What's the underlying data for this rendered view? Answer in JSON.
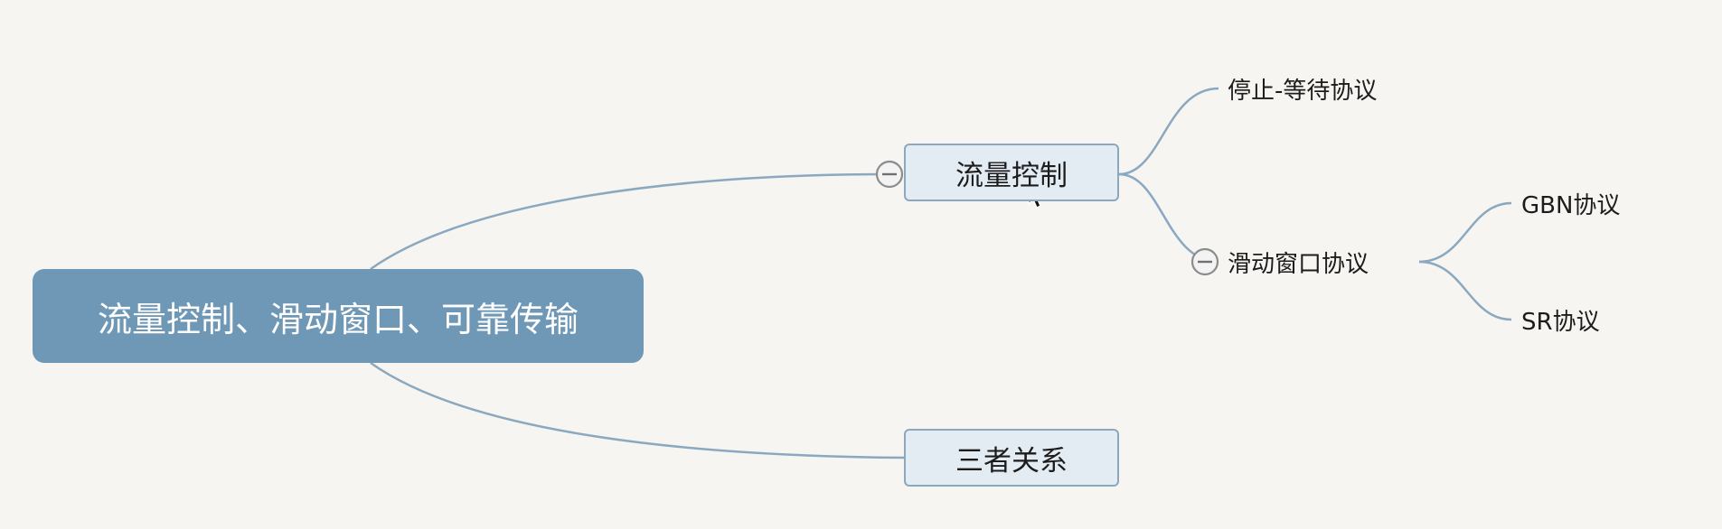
{
  "mindmap": {
    "root": {
      "label": "流量控制、滑动窗口、可靠传输"
    },
    "flow_control": {
      "label": "流量控制",
      "children": {
        "stop_wait": "停止-等待协议",
        "sliding_window": {
          "label": "滑动窗口协议",
          "children": {
            "gbn": "GBN协议",
            "sr": "SR协议"
          }
        }
      }
    },
    "relationship": {
      "label": "三者关系"
    }
  },
  "colors": {
    "background": "#f6f5f1",
    "root_fill": "#6e98b5",
    "topic_fill": "#e4ecf3",
    "topic_border": "#8ba8bf",
    "connector": "#8aa8bf"
  },
  "icons": {
    "flow_control_toggle": "collapse-minus-icon",
    "sliding_window_toggle": "collapse-minus-icon",
    "cursor": "mouse-pointer-icon"
  }
}
